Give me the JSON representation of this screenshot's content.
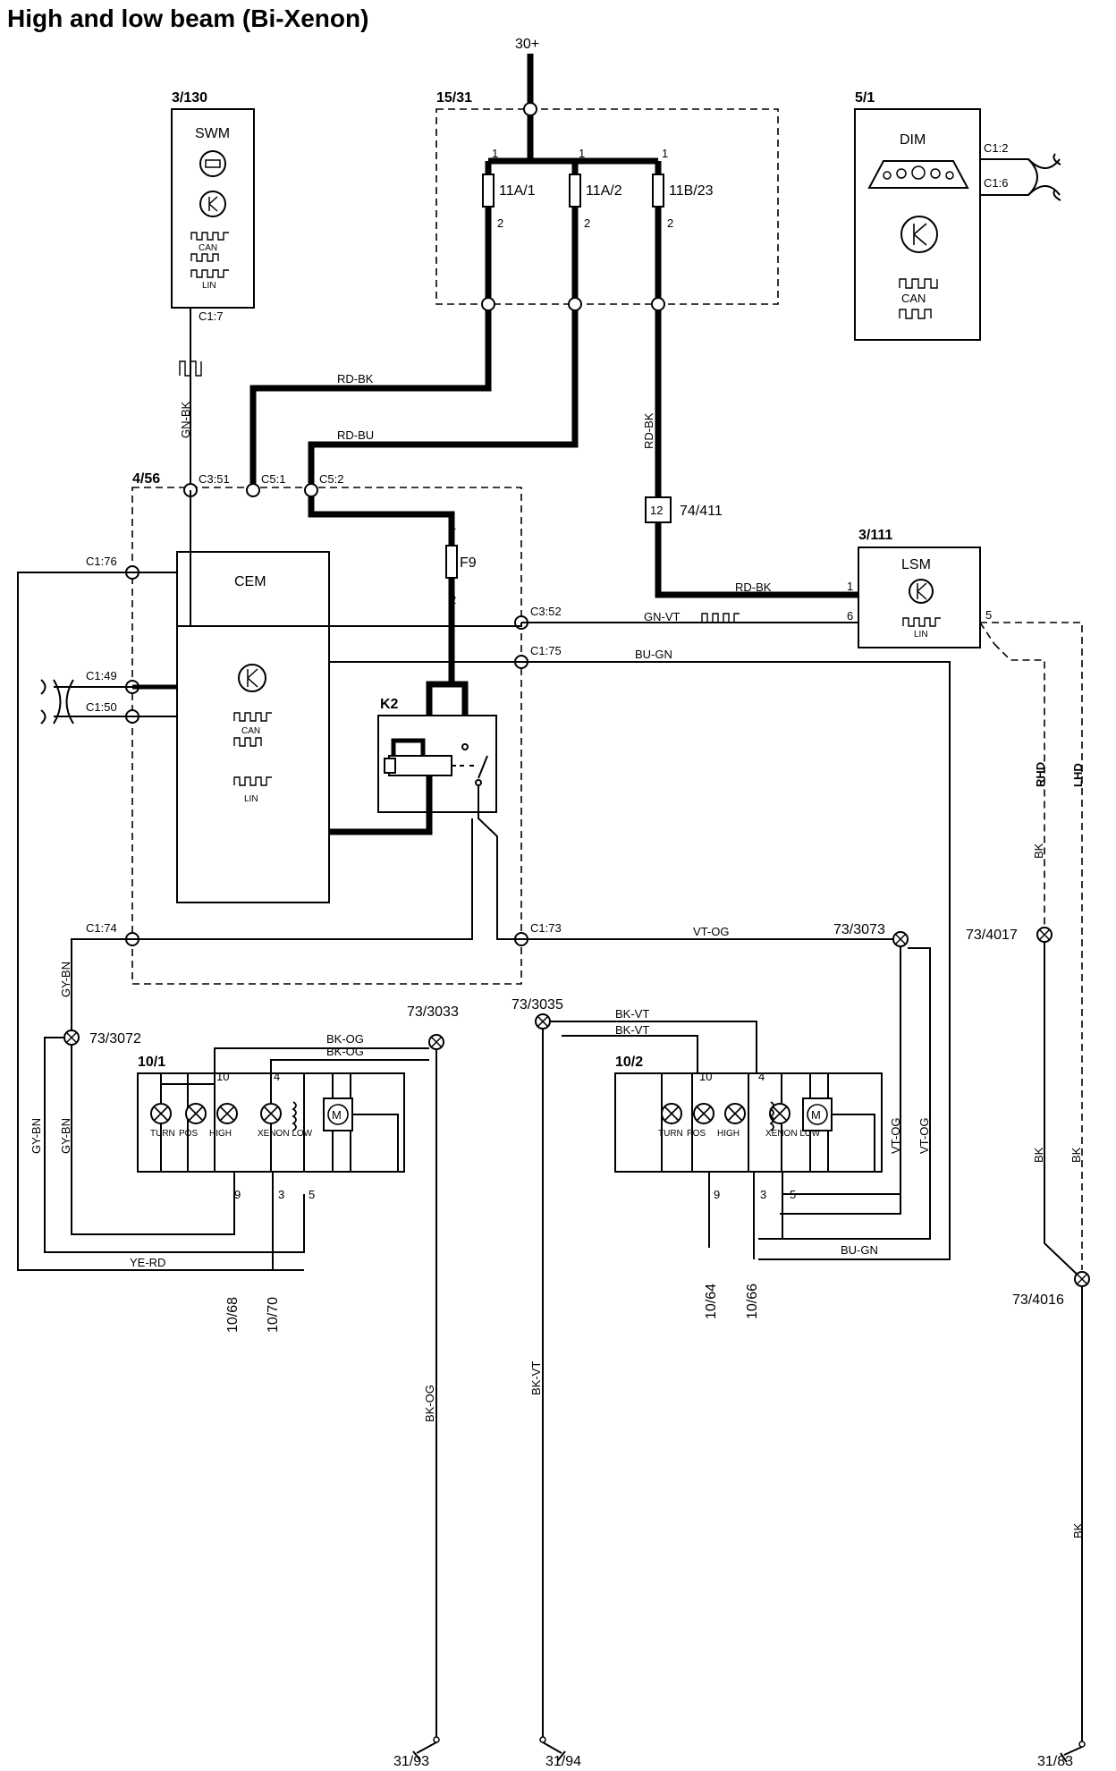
{
  "title": "High and low beam (Bi-Xenon)",
  "power": "30+",
  "components": {
    "swm": {
      "id": "3/130",
      "name": "SWM",
      "can": "CAN",
      "lin": "LIN",
      "pin": "C1:7"
    },
    "fuse_box": {
      "id": "15/31",
      "fuses": [
        "11A/1",
        "11A/2",
        "11B/23"
      ],
      "pin_in": "1",
      "pin_out": "2"
    },
    "dim": {
      "id": "5/1",
      "name": "DIM",
      "pins": [
        "C1:2",
        "C1:6"
      ],
      "can": "CAN"
    },
    "cem": {
      "id": "4/56",
      "name": "CEM",
      "can": "CAN",
      "lin": "LIN",
      "pins": [
        "C3:51",
        "C5:1",
        "C5:2",
        "C1:76",
        "C1:49",
        "C1:50",
        "C3:52",
        "C1:75",
        "C1:74",
        "C1:73"
      ]
    },
    "f9": {
      "name": "F9",
      "pin1": "1",
      "pin2": "2"
    },
    "k2": {
      "name": "K2"
    },
    "lsm": {
      "id": "3/111",
      "name": "LSM",
      "lin": "LIN",
      "pins": [
        "1",
        "6",
        "5"
      ]
    },
    "connector_12": {
      "pin": "12",
      "id": "74/411"
    },
    "headlamp_left": {
      "id": "10/1",
      "lamps": [
        "TURN",
        "POS",
        "HIGH",
        "XENON LOW"
      ],
      "pins": [
        "10",
        "4",
        "9",
        "3",
        "5"
      ]
    },
    "headlamp_right": {
      "id": "10/2",
      "lamps": [
        "TURN",
        "POS",
        "HIGH",
        "XENON LOW"
      ],
      "pins": [
        "10",
        "4",
        "9",
        "3",
        "5"
      ]
    }
  },
  "splices": [
    "73/3073",
    "73/4017",
    "73/3072",
    "73/3033",
    "73/3035",
    "73/4016"
  ],
  "grounds": [
    "31/93",
    "31/94",
    "31/83"
  ],
  "references": [
    "10/68",
    "10/70",
    "10/64",
    "10/66"
  ],
  "wire_colors": {
    "rd_bk": "RD-BK",
    "rd_bu": "RD-BU",
    "gn_bk": "GN-BK",
    "gn_vt": "GN-VT",
    "bu_gn": "BU-GN",
    "vt_og": "VT-OG",
    "bk_og": "BK-OG",
    "bk_vt": "BK-VT",
    "gy_bn": "GY-BN",
    "ye_rd": "YE-RD",
    "bk": "BK"
  },
  "variants": [
    "RHD",
    "LHD"
  ]
}
